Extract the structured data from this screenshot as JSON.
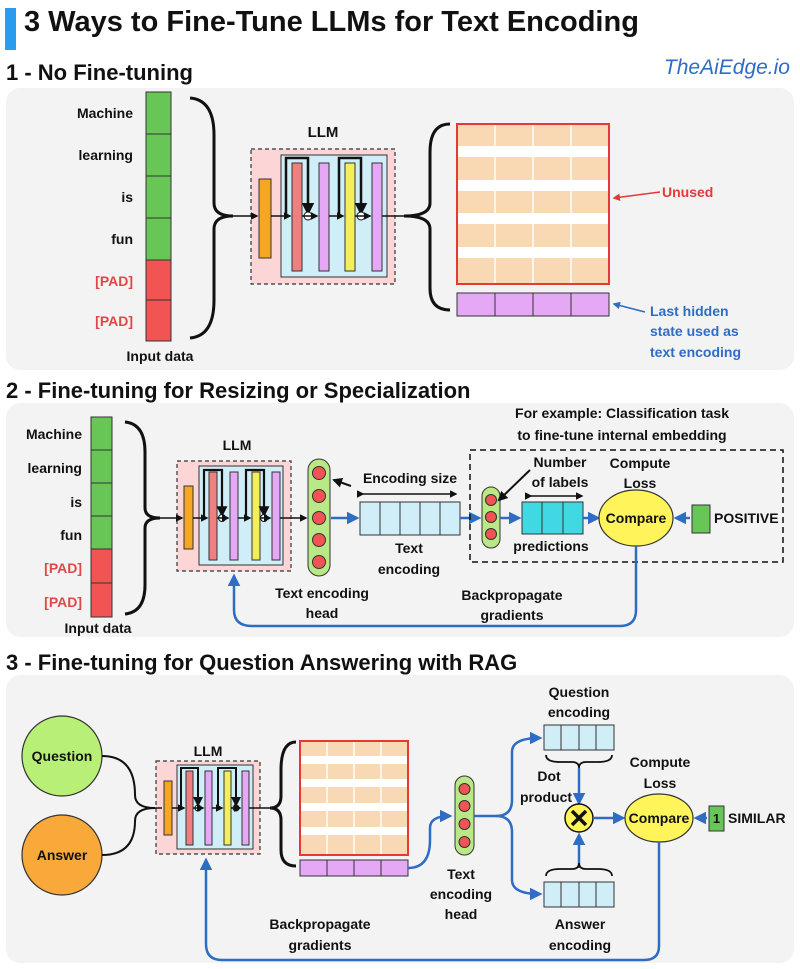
{
  "title": "3 Ways to Fine-Tune LLMs for Text Encoding",
  "brand": "TheAiEdge.io",
  "colors": {
    "accent": "#2b9bf0",
    "arrow": "#2f6cc4",
    "token_green": "#67c655",
    "token_red": "#f25454",
    "grid_peach": "#f9d8b4",
    "purple": "#e5a8f5",
    "cyan": "#cfeef7",
    "compare_yellow": "#fff55a"
  },
  "section1": {
    "heading": "1 - No Fine-tuning",
    "tokens": [
      "Machine",
      "learning",
      "is",
      "fun"
    ],
    "pads": [
      "[PAD]",
      "[PAD]"
    ],
    "input_label": "Input data",
    "llm_label": "LLM",
    "unused_label": "Unused",
    "last_hidden_label": [
      "Last hidden",
      "state used as",
      "text encoding"
    ]
  },
  "section2": {
    "heading": "2 - Fine-tuning for Resizing or Specialization",
    "tokens": [
      "Machine",
      "learning",
      "is",
      "fun"
    ],
    "pads": [
      "[PAD]",
      "[PAD]"
    ],
    "input_label": "Input data",
    "llm_label": "LLM",
    "example_label": [
      "For example: Classification task",
      "to  fine-tune internal embedding"
    ],
    "encoding_size_label": "Encoding size",
    "text_encoding_label": [
      "Text",
      "encoding"
    ],
    "head_label": [
      "Text encoding",
      "head"
    ],
    "num_labels_label": [
      "Number",
      "of labels"
    ],
    "compute_loss_label": [
      "Compute",
      "Loss"
    ],
    "compare_label": "Compare",
    "predictions_label": "predictions",
    "positive_label": "POSITIVE",
    "backprop_label": [
      "Backpropagate",
      "gradients"
    ]
  },
  "section3": {
    "heading": "3 - Fine-tuning for Question Answering with RAG",
    "question_label": "Question",
    "answer_label": "Answer",
    "llm_label": "LLM",
    "head_label": [
      "Text",
      "encoding",
      "head"
    ],
    "question_encoding_label": [
      "Question",
      "encoding"
    ],
    "dot_product_label": [
      "Dot",
      "product"
    ],
    "answer_encoding_label": [
      "Answer",
      "encoding"
    ],
    "compute_loss_label": [
      "Compute",
      "Loss"
    ],
    "compare_label": "Compare",
    "similar_value": "1",
    "similar_label": "SIMILAR",
    "backprop_label": [
      "Backpropagate",
      "gradients"
    ]
  }
}
